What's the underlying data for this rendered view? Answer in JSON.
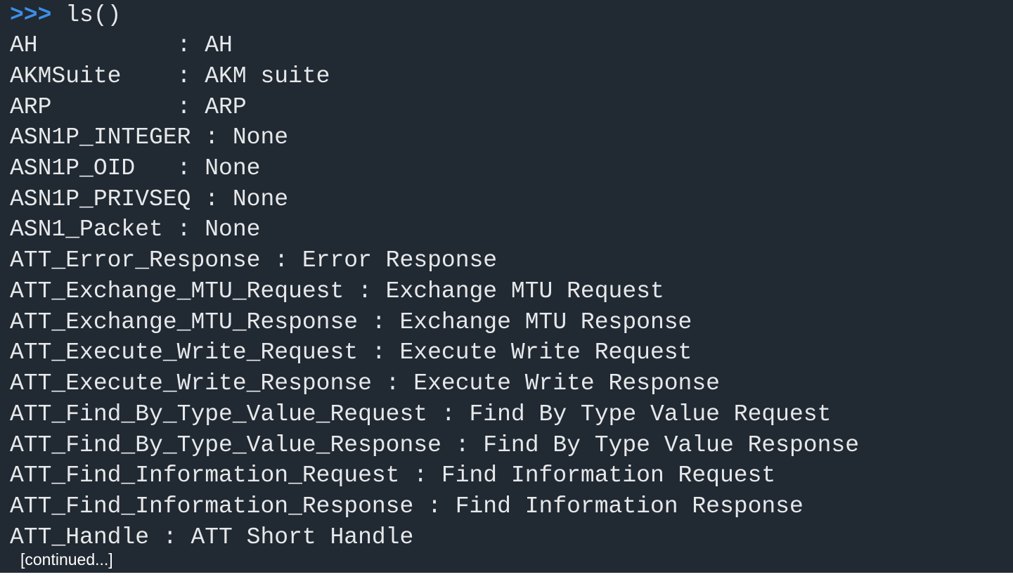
{
  "terminal": {
    "prompt_symbol": ">>>",
    "command": " ls()",
    "lines": [
      "AH          : AH",
      "AKMSuite    : AKM suite",
      "ARP         : ARP",
      "ASN1P_INTEGER : None",
      "ASN1P_OID   : None",
      "ASN1P_PRIVSEQ : None",
      "ASN1_Packet : None",
      "ATT_Error_Response : Error Response",
      "ATT_Exchange_MTU_Request : Exchange MTU Request",
      "ATT_Exchange_MTU_Response : Exchange MTU Response",
      "ATT_Execute_Write_Request : Execute Write Request",
      "ATT_Execute_Write_Response : Execute Write Response",
      "ATT_Find_By_Type_Value_Request : Find By Type Value Request",
      "ATT_Find_By_Type_Value_Response : Find By Type Value Response",
      "ATT_Find_Information_Request : Find Information Request",
      "ATT_Find_Information_Response : Find Information Response",
      "ATT_Handle : ATT Short Handle"
    ],
    "continued_label": "[continued...]",
    "colors": {
      "background": "#212932",
      "text": "#e6e8ea",
      "prompt": "#3c8fe6"
    }
  }
}
